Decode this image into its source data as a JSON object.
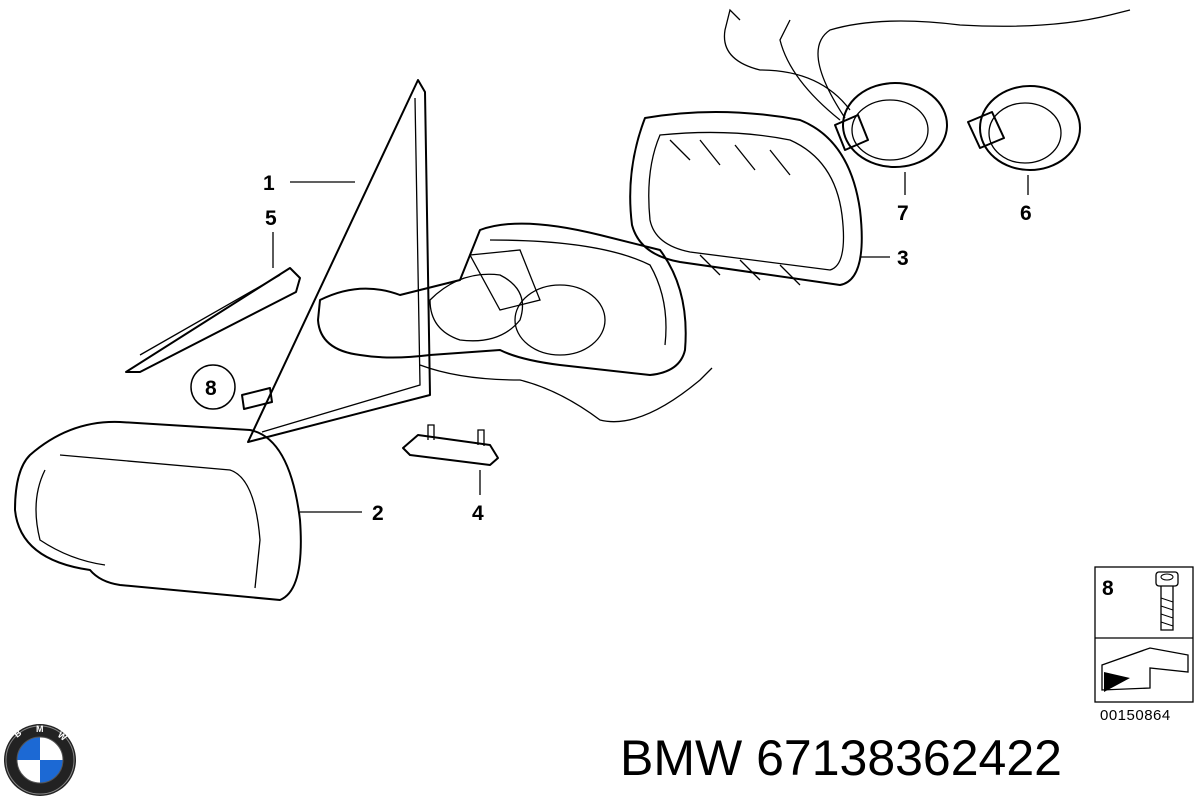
{
  "diagram": {
    "callouts": [
      "1",
      "2",
      "3",
      "4",
      "5",
      "6",
      "7",
      "8"
    ],
    "inset": {
      "number": "8"
    },
    "doc_number": "00150864"
  },
  "brand": {
    "caption": "BMW 67138362422",
    "logo_icon": "bmw-roundel-icon",
    "logo_colors": {
      "blue": "#1c69d4",
      "ring": "#222222",
      "white": "#ffffff"
    }
  }
}
